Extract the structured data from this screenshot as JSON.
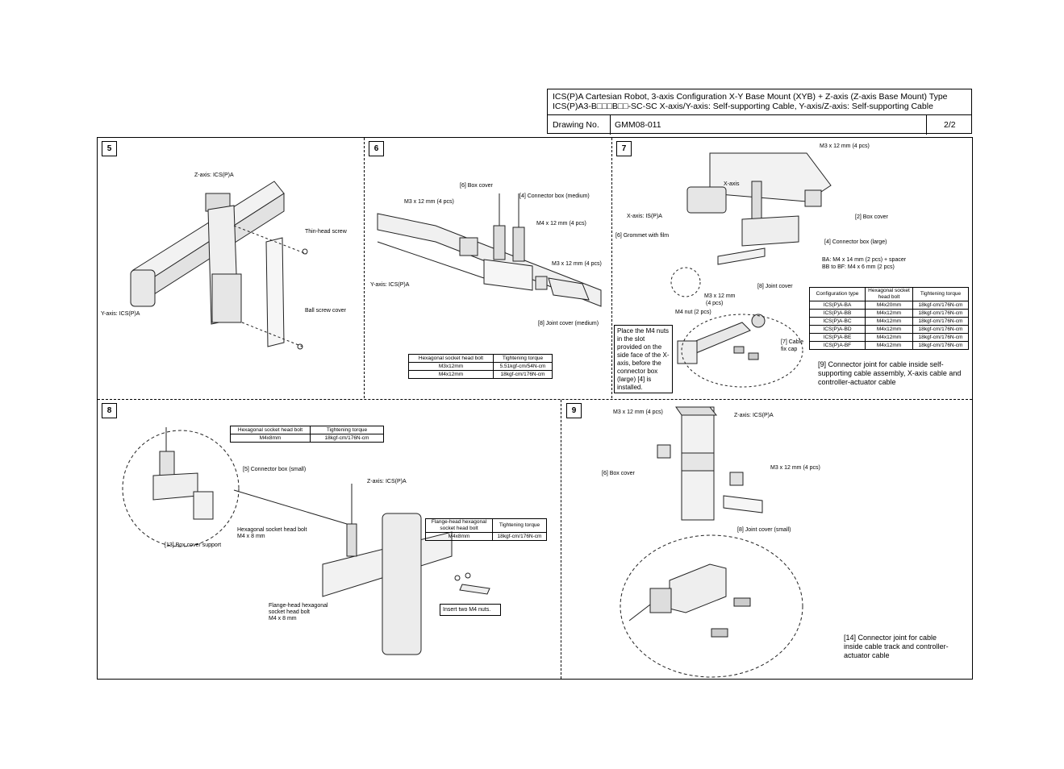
{
  "header": {
    "title_line1": "ICS(P)A Cartesian Robot, 3-axis Configuration X-Y Base Mount (XYB) + Z-axis (Z-axis Base Mount) Type",
    "title_line2": "ICS(P)A3-B□□□B□□-SC-SC   X-axis/Y-axis: Self-supporting Cable, Y-axis/Z-axis: Self-supporting Cable",
    "drawing_label": "Drawing No.",
    "drawing_no": "GMM08-011",
    "page": "2/2"
  },
  "steps": {
    "s5": {
      "num": "5",
      "labels": {
        "zaxis": "Z-axis: ICS(P)A",
        "thin_screw": "Thin-head screw",
        "yaxis": "Y-axis: ICS(P)A",
        "ball_cover": "Ball screw cover"
      }
    },
    "s6": {
      "num": "6",
      "labels": {
        "box_cover": "[6] Box cover",
        "conn_box": "[4] Connector box (medium)",
        "m3a": "M3 x 12 mm (4 pcs)",
        "m4": "M4 x 12 mm (4 pcs)",
        "m3b": "M3 x 12 mm (4 pcs)",
        "yaxis": "Y-axis: ICS(P)A",
        "joint": "[8] Joint cover (medium)"
      },
      "table": {
        "headers": [
          "Hexagonal socket head bolt",
          "Tightening torque"
        ],
        "rows": [
          [
            "M3x12mm",
            "5.51kgf-cm/54N-cm"
          ],
          [
            "M4x12mm",
            "18kgf-cm/176N-cm"
          ]
        ]
      }
    },
    "s7": {
      "num": "7",
      "labels": {
        "m3top": "M3 x 12 mm (4 pcs)",
        "xaxis": "X-axis",
        "xaxis_is": "X-axis: IS(P)A",
        "box_cover": "[2] Box cover",
        "grommet": "[6] Grommet with film",
        "conn_large": "[4] Connector box (large)",
        "ba": "BA: M4 x 14 mm (2 pcs) + spacer",
        "bb": "BB to BF: M4 x 6 mm (2 pcs)",
        "joint": "[8] Joint cover",
        "m3b": "M3 x 12 mm",
        "m3b2": "(4 pcs)",
        "m4nut": "M4 nut (2 pcs)",
        "cable_cap": "[7] Cable",
        "cable_cap2": "fix cap"
      },
      "note": "Place the M4 nuts in the slot provided on the side face of the X-axis, before the connector box (large) [4] is installed.",
      "table": {
        "headers": [
          "Configuration type",
          "Hexagonal socket head bolt",
          "Tightening torque"
        ],
        "rows": [
          [
            "ICS(P)A-BA",
            "M4x20mm",
            "18kgf-cm/176N-cm"
          ],
          [
            "ICS(P)A-BB",
            "M4x12mm",
            "18kgf-cm/176N-cm"
          ],
          [
            "ICS(P)A-BC",
            "M4x12mm",
            "18kgf-cm/176N-cm"
          ],
          [
            "ICS(P)A-BD",
            "M4x12mm",
            "18kgf-cm/176N-cm"
          ],
          [
            "ICS(P)A-BE",
            "M4x12mm",
            "18kgf-cm/176N-cm"
          ],
          [
            "ICS(P)A-BF",
            "M4x12mm",
            "18kgf-cm/176N-cm"
          ]
        ]
      },
      "caption": "[9] Connector joint for cable inside self-supporting cable assembly, X-axis cable and controller-actuator cable"
    },
    "s8": {
      "num": "8",
      "labels": {
        "conn_small": "[5] Connector box (small)",
        "zaxis": "Z-axis: ICS(P)A",
        "hex_bolt": "Hexagonal socket head bolt",
        "hex_bolt2": "M4 x 8 mm",
        "support": "[13] Box cover support",
        "flange": "Flange-head hexagonal",
        "flange2": "socket head bolt",
        "flange3": "M4 x 8 mm"
      },
      "table1": {
        "headers": [
          "Hexagonal socket head bolt",
          "Tightening torque"
        ],
        "rows": [
          [
            "M4x8mm",
            "18kgf-cm/176N-cm"
          ]
        ]
      },
      "table2": {
        "headers": [
          "Flange-head hexagonal socket head bolt",
          "Tightening torque"
        ],
        "rows": [
          [
            "M4x8mm",
            "18kgf-cm/176N-cm"
          ]
        ]
      },
      "note": "Insert two M4 nuts."
    },
    "s9": {
      "num": "9",
      "labels": {
        "m3a": "M3 x 12 mm (4 pcs)",
        "zaxis": "Z-axis: ICS(P)A",
        "m3b": "M3 x 12 mm (4 pcs)",
        "box_cover": "[6] Box cover",
        "joint": "[8] Joint cover (small)"
      },
      "caption": "[14] Connector joint for cable inside cable track and controller-actuator cable"
    }
  }
}
